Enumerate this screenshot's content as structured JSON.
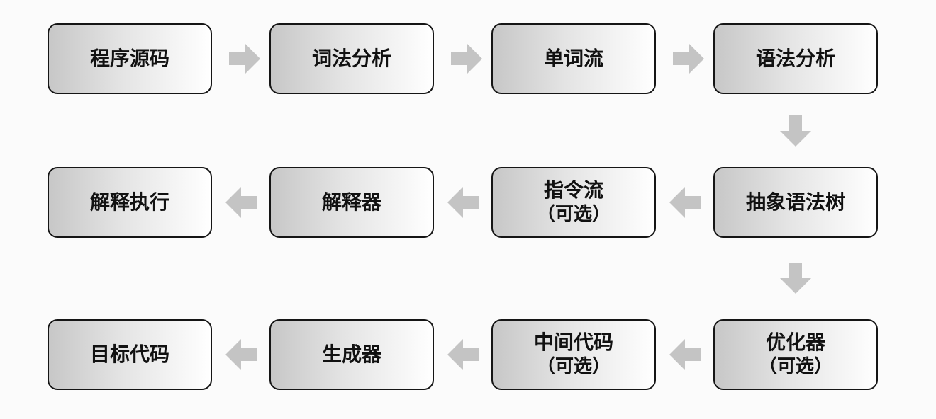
{
  "nodes": [
    {
      "id": "source-code",
      "lines": [
        "程序源码"
      ]
    },
    {
      "id": "lexical-analysis",
      "lines": [
        "词法分析"
      ]
    },
    {
      "id": "token-stream",
      "lines": [
        "单词流"
      ]
    },
    {
      "id": "syntax-analysis",
      "lines": [
        "语法分析"
      ]
    },
    {
      "id": "ast",
      "lines": [
        "抽象语法树"
      ]
    },
    {
      "id": "instruction-stream",
      "lines": [
        "指令流",
        "（可选）"
      ]
    },
    {
      "id": "interpreter",
      "lines": [
        "解释器"
      ]
    },
    {
      "id": "interpret-execute",
      "lines": [
        "解释执行"
      ]
    },
    {
      "id": "optimizer",
      "lines": [
        "优化器",
        "（可选）"
      ]
    },
    {
      "id": "intermediate-code",
      "lines": [
        "中间代码",
        "（可选）"
      ]
    },
    {
      "id": "generator",
      "lines": [
        "生成器"
      ]
    },
    {
      "id": "target-code",
      "lines": [
        "目标代码"
      ]
    }
  ],
  "edges": [
    {
      "from": "source-code",
      "to": "lexical-analysis",
      "direction": "right"
    },
    {
      "from": "lexical-analysis",
      "to": "token-stream",
      "direction": "right"
    },
    {
      "from": "token-stream",
      "to": "syntax-analysis",
      "direction": "right"
    },
    {
      "from": "syntax-analysis",
      "to": "ast",
      "direction": "down"
    },
    {
      "from": "ast",
      "to": "instruction-stream",
      "direction": "left"
    },
    {
      "from": "instruction-stream",
      "to": "interpreter",
      "direction": "left"
    },
    {
      "from": "interpreter",
      "to": "interpret-execute",
      "direction": "left"
    },
    {
      "from": "ast",
      "to": "optimizer",
      "direction": "down"
    },
    {
      "from": "optimizer",
      "to": "intermediate-code",
      "direction": "left"
    },
    {
      "from": "intermediate-code",
      "to": "generator",
      "direction": "left"
    },
    {
      "from": "generator",
      "to": "target-code",
      "direction": "left"
    }
  ],
  "colors": {
    "box_border": "#151515",
    "box_gradient_start": "#c7c7c7",
    "box_gradient_end": "#ffffff",
    "arrow": "#c4c4c4",
    "background": "#fbfbfb"
  }
}
